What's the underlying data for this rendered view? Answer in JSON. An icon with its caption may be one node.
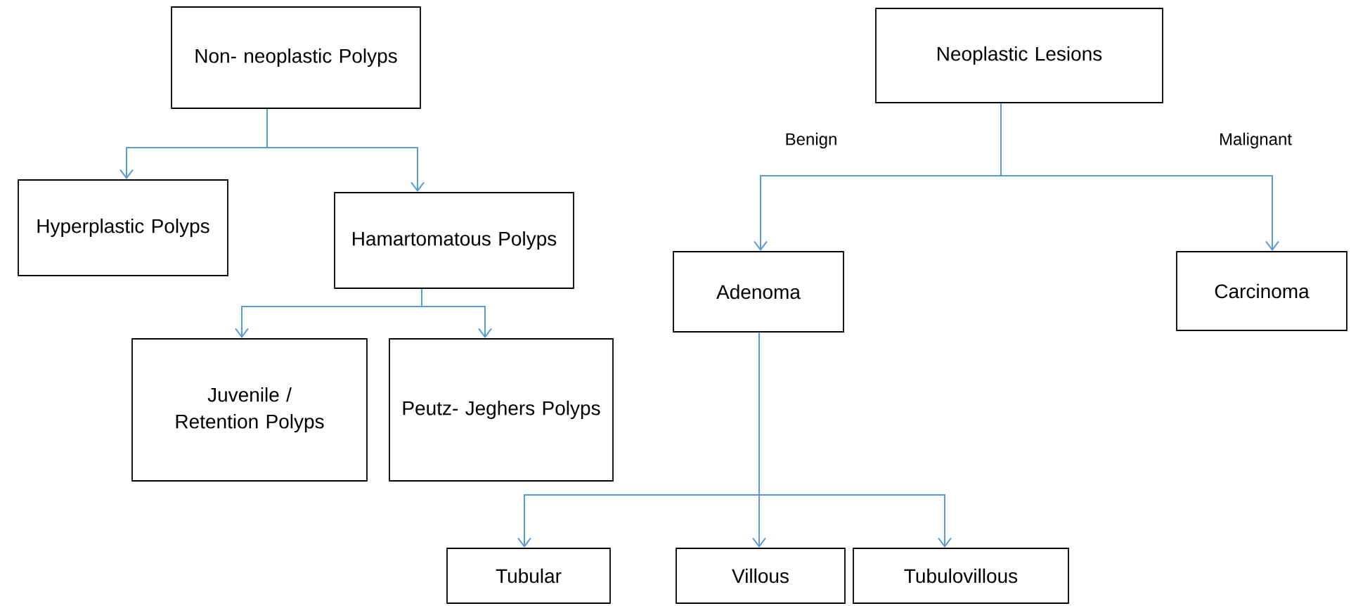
{
  "diagram": {
    "nodes": [
      {
        "text": [
          "Non- neoplastic Polyps"
        ]
      },
      {
        "text": [
          "Hyperplastic Polyps"
        ]
      },
      {
        "text": [
          "Hamartomatous Polyps"
        ]
      },
      {
        "text": [
          "Juvenile / Retention Polyps"
        ]
      },
      {
        "text": [
          "Peutz- Jeghers Polyps"
        ]
      },
      {
        "text": [
          "Neoplastic Lesions"
        ]
      },
      {
        "text": [
          "Adenoma"
        ]
      },
      {
        "text": [
          "Carcinoma"
        ]
      },
      {
        "text": [
          "Tubular"
        ]
      },
      {
        "text": [
          "Villous"
        ]
      },
      {
        "text": [
          "Tubulovillous"
        ]
      }
    ],
    "edges": [
      {
        "from": 0,
        "to": 1,
        "arrow": "to"
      },
      {
        "from": 0,
        "to": 2,
        "arrow": "to"
      },
      {
        "from": 2,
        "to": 3,
        "arrow": "to"
      },
      {
        "from": 2,
        "to": 4,
        "arrow": "to"
      },
      {
        "from": 5,
        "to": 6,
        "arrow": "to",
        "label": "Benign"
      },
      {
        "from": 5,
        "to": 7,
        "arrow": "to",
        "label": "Malignant"
      },
      {
        "from": 6,
        "to": 8,
        "arrow": "to"
      },
      {
        "from": 6,
        "to": 9,
        "arrow": "to"
      },
      {
        "from": 6,
        "to": 10,
        "arrow": "to"
      }
    ]
  }
}
